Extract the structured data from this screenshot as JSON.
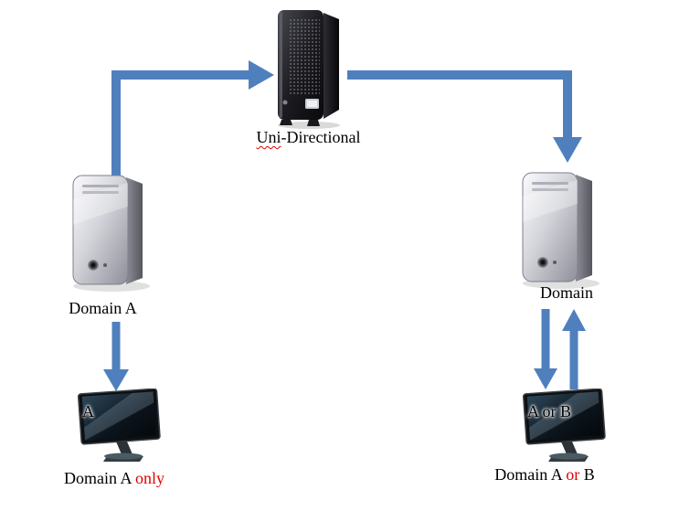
{
  "colors": {
    "arrow": "#4f80bd",
    "highlight_text": "#e00000",
    "squiggle": "#e00000",
    "background": "#ffffff",
    "label_text": "#000000"
  },
  "hub": {
    "label_underlined": "Uni",
    "label_rest": "-Directional"
  },
  "left": {
    "server_label": "Domain A",
    "monitor_tag": "A",
    "caption_prefix": "Domain A ",
    "caption_highlight": "only",
    "caption_suffix": ""
  },
  "right": {
    "server_label": "Domain",
    "monitor_tag": "A or B",
    "caption_prefix": "Domain A ",
    "caption_highlight": "or",
    "caption_suffix": " B"
  }
}
